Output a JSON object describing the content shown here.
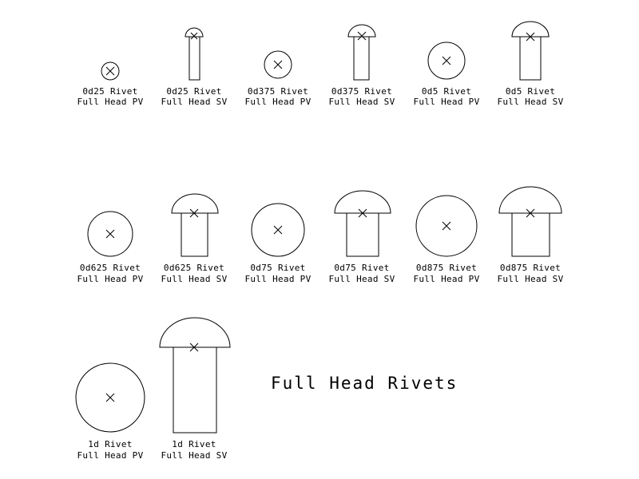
{
  "title": "Full Head Rivets",
  "rivets": [
    {
      "name": "0d25 Rivet",
      "view": "Full Head PV"
    },
    {
      "name": "0d25 Rivet",
      "view": "Full Head SV"
    },
    {
      "name": "0d375 Rivet",
      "view": "Full Head PV"
    },
    {
      "name": "0d375 Rivet",
      "view": "Full Head SV"
    },
    {
      "name": "0d5 Rivet",
      "view": "Full Head PV"
    },
    {
      "name": "0d5 Rivet",
      "view": "Full Head SV"
    },
    {
      "name": "0d625 Rivet",
      "view": "Full Head PV"
    },
    {
      "name": "0d625 Rivet",
      "view": "Full Head SV"
    },
    {
      "name": "0d75 Rivet",
      "view": "Full Head PV"
    },
    {
      "name": "0d75 Rivet",
      "view": "Full Head SV"
    },
    {
      "name": "0d875 Rivet",
      "view": "Full Head PV"
    },
    {
      "name": "0d875 Rivet",
      "view": "Full Head SV"
    },
    {
      "name": "1d Rivet",
      "view": "Full Head PV"
    },
    {
      "name": "1d Rivet",
      "view": "Full Head SV"
    }
  ]
}
